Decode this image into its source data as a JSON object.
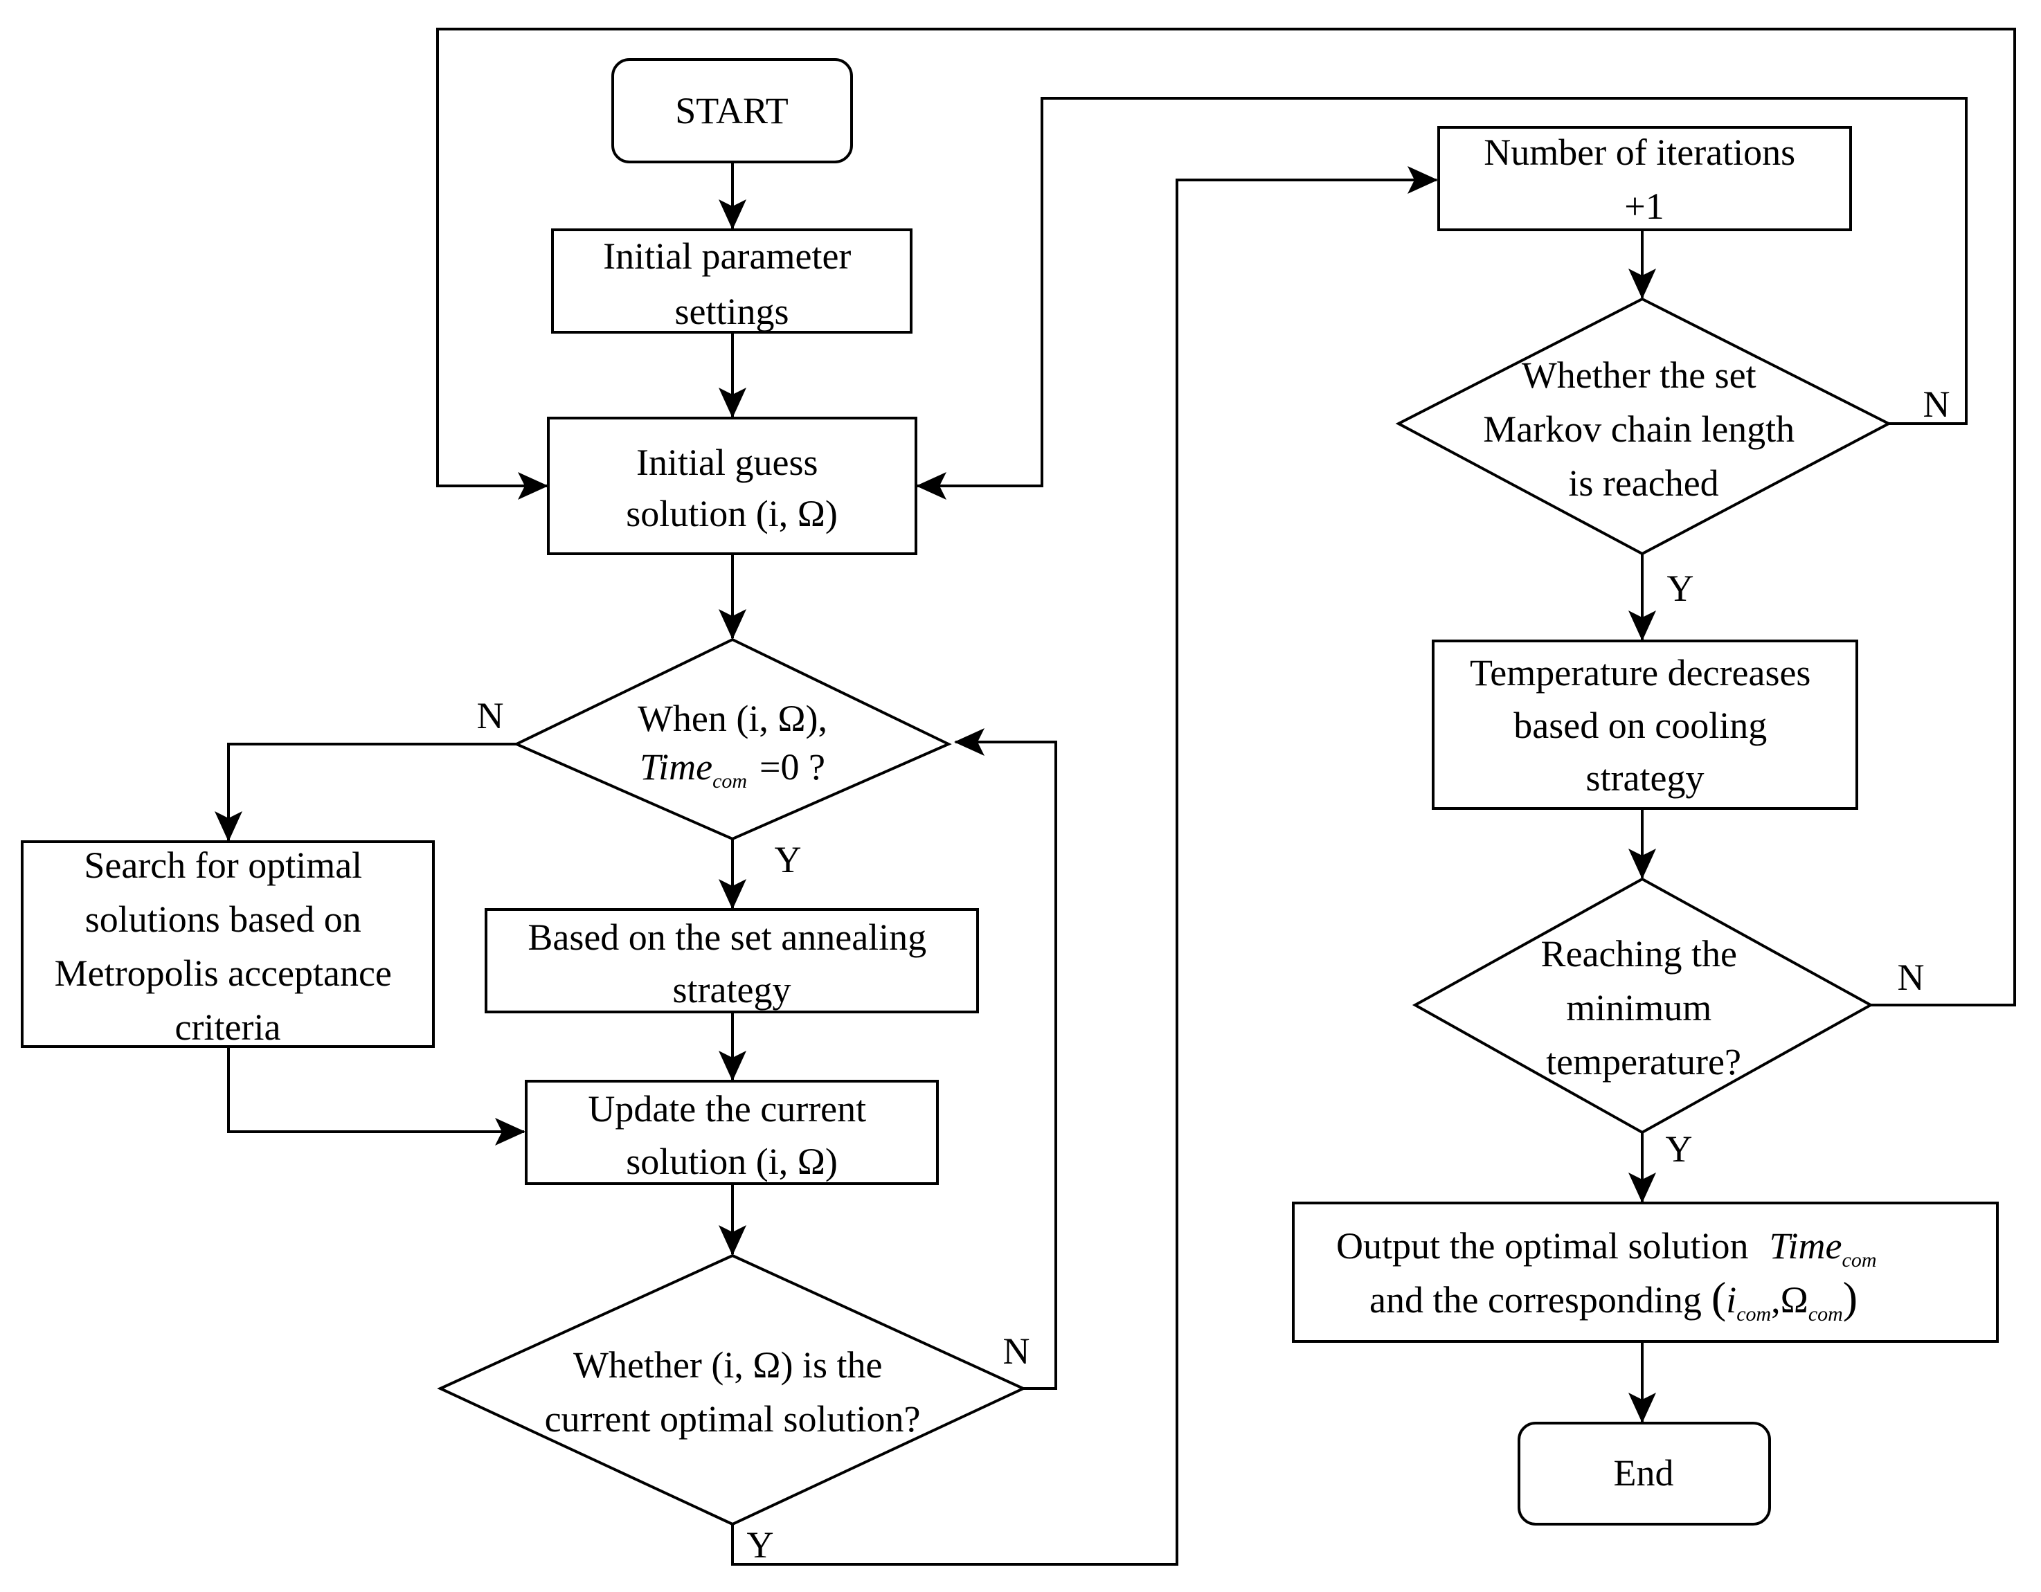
{
  "nodes": {
    "start": "START",
    "init_params": [
      "Initial parameter",
      "settings"
    ],
    "init_guess": [
      "Initial guess",
      "solution (i, Ω)"
    ],
    "when_q": {
      "line1": "When (i, Ω),",
      "var": "Time",
      "sub": "com",
      "tail": "=0 ?"
    },
    "search": [
      "Search for optimal",
      "solutions based on",
      "Metropolis acceptance",
      "criteria"
    ],
    "annealing": [
      "Based on the set annealing",
      "strategy"
    ],
    "update": [
      "Update the current",
      "solution (i, Ω)"
    ],
    "whether_opt": [
      "Whether (i, Ω) is the",
      "current optimal solution?"
    ],
    "iterations": [
      "Number of iterations",
      "+1"
    ],
    "markov_q": [
      "Whether the set",
      "Markov chain length",
      "is reached"
    ],
    "temp_dec": [
      "Temperature decreases",
      "based on cooling",
      "strategy"
    ],
    "min_temp_q": [
      "Reaching the",
      "minimum",
      "temperature?"
    ],
    "output": {
      "line1": "Output the optimal solution",
      "var": "Time",
      "sub": "com",
      "line2": "and the corresponding",
      "tuple_i": "i",
      "tuple_omega": "Ω",
      "tuple_sub": "com"
    },
    "end": "End"
  },
  "edge_labels": {
    "when_n": "N",
    "when_y": "Y",
    "whether_n": "N",
    "whether_y": "Y",
    "markov_n": "N",
    "markov_y": "Y",
    "mintemp_n": "N",
    "mintemp_y": "Y"
  }
}
